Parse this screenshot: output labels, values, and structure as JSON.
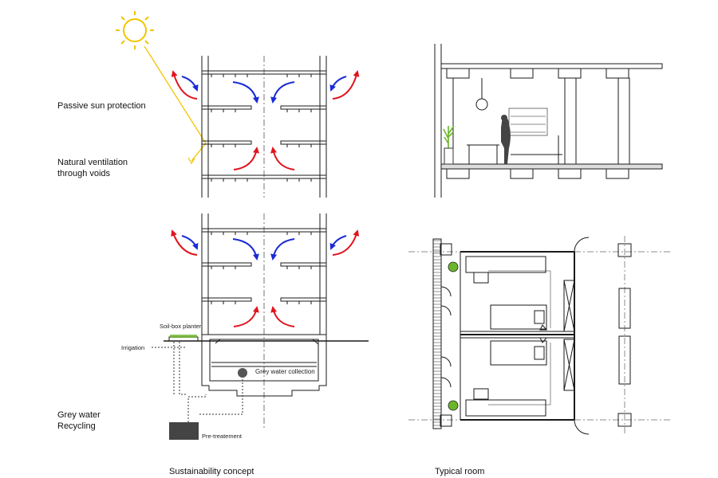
{
  "labels": {
    "passive_sun": "Passive sun protection",
    "natural_vent": "Natural ventilation\nthrough voids",
    "grey_recycling": "Grey water\nRecycling"
  },
  "annotations": {
    "soil_box": "Soil-box planter",
    "irrigation": "Irrigation",
    "grey_collection": "Grey water collection",
    "pre_treatment": "Pre-treatement"
  },
  "captions": {
    "left": "Sustainability concept",
    "right": "Typical room"
  },
  "colors": {
    "warm_arrow": "#e0141e",
    "cool_arrow": "#1a2bd6",
    "sun": "#f2c500",
    "line": "#1a1a1a",
    "tank": "#555555",
    "plant": "#6bb52a"
  }
}
